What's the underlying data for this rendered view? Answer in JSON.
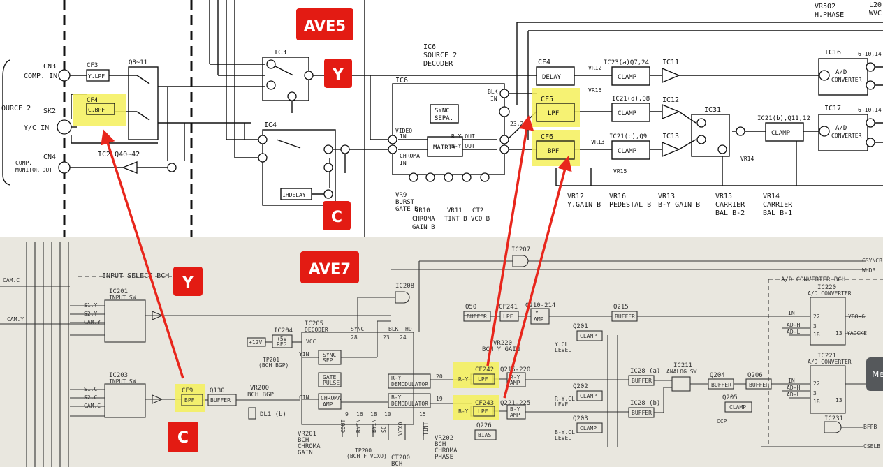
{
  "top": {
    "tags": {
      "ave5": "AVE5",
      "y": "Y",
      "c": "C"
    },
    "left": {
      "source": "OURCE 2",
      "cn3": "CN3",
      "comp_in": "COMP. IN",
      "sk2": "SK2",
      "yc_in": "Y/C IN",
      "cn4": "CN4",
      "comp": "COMP.",
      "monitor_out": "MONITOR OUT",
      "cf3": "CF3",
      "cf3_box": "Y.LPF",
      "cf4": "CF4",
      "cf4_box": "C.BPF",
      "q8": "Q8~11",
      "ic2": "IC2,Q40~42"
    },
    "ic3": "IC3",
    "ic4": "IC4",
    "delay": "1HDELAY",
    "ic6": {
      "name": "IC6",
      "title1": "IC6",
      "title2": "SOURCE 2",
      "title3": "DECODER",
      "sync": "SYNC",
      "sepa": "SEPA.",
      "matrix": "MATRIX",
      "video": "VIDEO",
      "video_in": "IN",
      "chroma": "CHROMA",
      "chroma_in": "IN",
      "ry": "R-Y OUT",
      "by": "B-Y OUT",
      "blk": "BLK",
      "blk_in": "IN",
      "p2324": "23,24"
    },
    "vr_bottom": [
      "VR9",
      "BURST",
      "GATE B",
      "VR10",
      "CHROMA",
      "GAIN B",
      "VR11",
      "TINT B",
      "CT2",
      "VCO B"
    ],
    "cf4r": {
      "name": "CF4",
      "box": "DELAY"
    },
    "cf5": {
      "name": "CF5",
      "box": "LPF"
    },
    "cf6": {
      "name": "CF6",
      "box": "BPF"
    },
    "clamps": [
      "IC23(a)Q7,24",
      "IC21(d),Q8",
      "IC21(c),Q9"
    ],
    "clamp_label": "CLAMP",
    "ics": [
      "IC11",
      "IC12",
      "IC13",
      "IC31",
      "IC21(b),Q11,12",
      "IC16",
      "IC17"
    ],
    "adc": "A/D",
    "conv": "CONVERTER",
    "vr_right": [
      "VR12",
      "VR16",
      "VR13",
      "VR15",
      "VR14"
    ],
    "bottom_labels": [
      "VR12",
      "Y.GAIN B",
      "VR16",
      "PEDESTAL B",
      "VR13",
      "B-Y GAIN B",
      "VR15",
      "CARRIER",
      "BAL B-2",
      "VR14",
      "CARRIER",
      "BAL B-1"
    ],
    "vr502": "VR502",
    "hphase": "H.PHASE",
    "l20": "L20",
    "wvc": "WVC",
    "pins16": "6~10,14",
    "pins17": "6~10,14"
  },
  "bottom": {
    "tags": {
      "ave7": "AVE7",
      "y": "Y",
      "c": "C"
    },
    "input_select": "INPUT SELECT BCH",
    "camc": "CAM.C",
    "camy": "CAM.Y",
    "ic201": "IC201",
    "ic201_sub": "INPUT SW",
    "ic203": "IC203",
    "ic203_sub": "INPUT SW",
    "in201": [
      "S1.Y",
      "S2.Y",
      "CAM.Y"
    ],
    "in203": [
      "S1.C",
      "S2.C",
      "CAM.C"
    ],
    "cf9": "CF9",
    "bpf": "BPF",
    "q130": "Q130",
    "buffer": "BUFFER",
    "ic204": "IC204",
    "v12": "+12V",
    "reg1": "+5V",
    "reg2": "REG",
    "vr200": "VR200",
    "bch_bgp": "BCH BGP",
    "tp201": "TP201",
    "tp201b": "(BCH BGP)",
    "dl1": "DL1 (b)",
    "ic205": "IC205",
    "decoder": "DECODER",
    "vcc": "VCC",
    "yin": "YIN",
    "cin": "CIN",
    "sync_sep": [
      "SYNC",
      "SEP"
    ],
    "gate_pulse": [
      "GATE",
      "PULSE"
    ],
    "chroma_amp": [
      "CHROMA",
      "AMP"
    ],
    "ry_demod": [
      "R-Y",
      "DEMODULATOR"
    ],
    "by_demod": [
      "B-Y",
      "DEMODULATOR"
    ],
    "sync": "SYNC",
    "blk": "BLK",
    "hd": "HD",
    "pins": [
      "28",
      "23",
      "24",
      "20",
      "19",
      "9",
      "16",
      "18",
      "10",
      "15"
    ],
    "ic207": "IC207",
    "ic208": "IC208",
    "csync": "CSYNCB",
    "whdb": "WHDB",
    "ad_title": "A/D CONVERTER BCH",
    "q50": "Q50",
    "cf241": "CF241",
    "lpf": "LPF",
    "q210": "Q210-214",
    "yamp": [
      "Y",
      "AMP"
    ],
    "vr220": "VR220",
    "bch_y_gain": "BCH Y GAIN",
    "cf242": "CF242",
    "cf243": "CF243",
    "ry": "R-Y",
    "by": "B-Y",
    "q215_220": "Q215-220",
    "q221_225": "Q221-225",
    "ramp": [
      "R-Y",
      "AMP"
    ],
    "bamp": [
      "B-Y",
      "AMP"
    ],
    "q226": "Q226",
    "bias": "BIAS",
    "q215": "Q215",
    "q201": "Q201",
    "q202": "Q202",
    "q203": "Q203",
    "clamp": "CLAMP",
    "ycl": [
      "Y.CL",
      "LEVEL"
    ],
    "rycl": [
      "R-Y.CL",
      "LEVEL"
    ],
    "bycl": [
      "B-Y.CL",
      "LEVEL"
    ],
    "ic28a": "IC28 (a)",
    "ic28b": "IC28 (b)",
    "ic211": "IC211",
    "analog_sw": "ANALOG SW",
    "q204": "Q204",
    "q206": "Q206",
    "q205": "Q205",
    "ccp": "CCP",
    "ic220": "IC220",
    "ic221": "IC221",
    "adc": "A/D CONVERTER",
    "adpins": [
      "IN",
      "AD-H",
      "AD-L"
    ],
    "adnums": [
      "22",
      "3",
      "18",
      "13"
    ],
    "ybo": "YBO-6",
    "yadc": "YADCKE",
    "ic231": "IC231",
    "bfpb": "BFPB",
    "cselb": "CSELB",
    "vr201": [
      "VR201",
      "BCH",
      "CHROMA",
      "GAIN"
    ],
    "vr202": [
      "VR202",
      "BCH",
      "CHROMA",
      "PHASE"
    ],
    "ct200": [
      "CT200",
      "BCH"
    ],
    "tp200": [
      "TP200",
      "(BCH F VCXO)"
    ],
    "cout": "COUT",
    "ryin": "RYIN",
    "byin": "BYIN",
    "sc": "SC",
    "vcxo": "VCXO",
    "tint": "TINT",
    "side": "Me"
  }
}
